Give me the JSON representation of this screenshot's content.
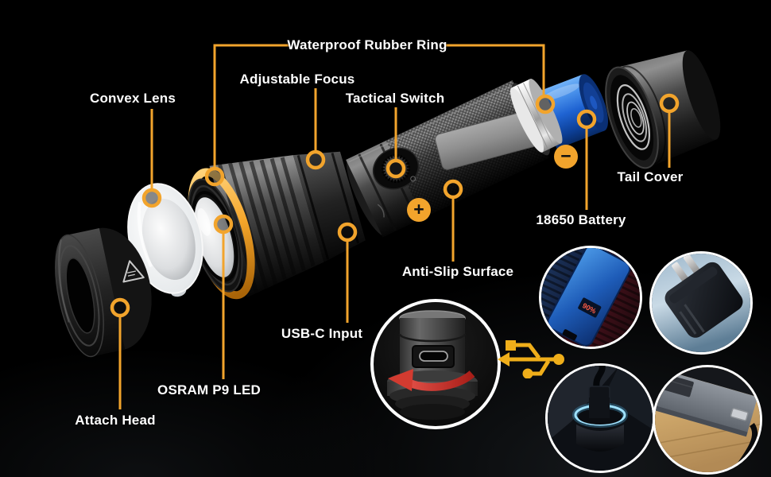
{
  "callouts": {
    "waterproof": "Waterproof Rubber Ring",
    "adjustable_focus": "Adjustable Focus",
    "tactical_switch": "Tactical Switch",
    "convex_lens": "Convex Lens",
    "tail_cover": "Tail Cover",
    "battery": "18650 Battery",
    "anti_slip": "Anti-Slip Surface",
    "usb_input": "USB-C Input",
    "led": "OSRAM P9 LED",
    "attach_head": "Attach Head"
  },
  "badges": {
    "plus": "+",
    "minus": "−"
  },
  "photos": {
    "power_bank_display": "90%"
  },
  "icons": {
    "usb": "usb-trident-icon",
    "laser_warning": "laser-warning-icon",
    "rotate_arrow": "rotate-arrow-icon",
    "callout_marker": "target-ring-icon"
  },
  "colors": {
    "accent": "#F2A42C",
    "battery_blue": "#1E63D2",
    "arrow_red": "#CE352C",
    "glow_blue": "#9FE2FF",
    "label_text": "#FFFFFF",
    "background": "#000000"
  }
}
